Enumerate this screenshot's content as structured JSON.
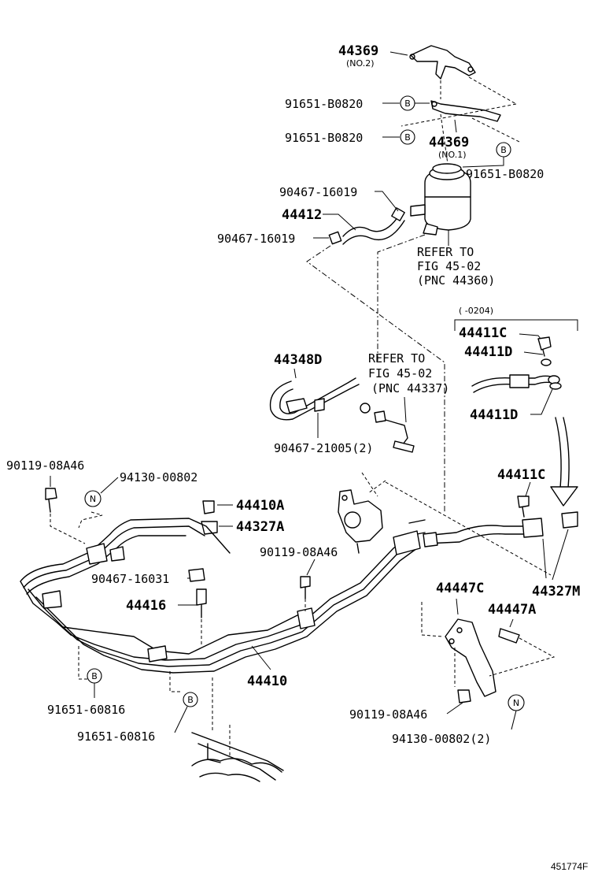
{
  "labels": {
    "p44369_no2": "44369",
    "p44369_no2_sub": "(NO.2)",
    "p91651_b0820_a": "91651-B0820",
    "p91651_b0820_b": "91651-B0820",
    "p44369_no1": "44369",
    "p44369_no1_sub": "(NO.1)",
    "p91651_b0820_c": "91651-B0820",
    "p90467_16019_a": "90467-16019",
    "p44412": "44412",
    "p90467_16019_b": "90467-16019",
    "refer_a_1": "REFER TO",
    "refer_a_2": "FIG 45-02",
    "refer_a_3": "(PNC 44360)",
    "range_bracket": "(      -0204)",
    "p44411c_a": "44411C",
    "p44411d_a": "44411D",
    "p44411d_b": "44411D",
    "p44348d": "44348D",
    "refer_b_1": "REFER TO",
    "refer_b_2": "FIG 45-02",
    "refer_b_3": "(PNC 44337)",
    "p90467_21005": "90467-21005(2)",
    "p90119_08a46_a": "90119-08A46",
    "p94130_00802_a": "94130-00802",
    "p44411c_b": "44411C",
    "p44410a": "44410A",
    "p44327a": "44327A",
    "p90119_08a46_b": "90119-08A46",
    "p90467_16031": "90467-16031",
    "p44416": "44416",
    "p44447c": "44447C",
    "p44447a": "44447A",
    "p44327m": "44327M",
    "p44410": "44410",
    "p91651_60816_a": "91651-60816",
    "p91651_60816_b": "91651-60816",
    "p90119_08a46_c": "90119-08A46",
    "p94130_00802_b": "94130-00802(2)",
    "figure_code": "451774F"
  },
  "symbols": {
    "b": "B",
    "n": "N"
  }
}
